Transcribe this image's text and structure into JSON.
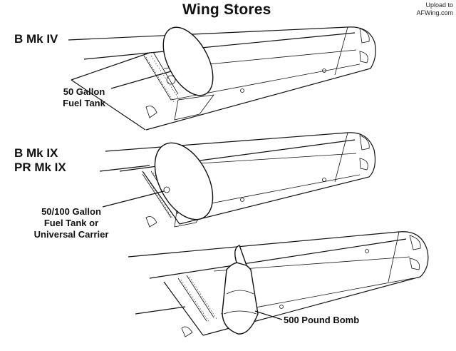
{
  "title": "Wing Stores",
  "watermark": {
    "line1": "Upload to",
    "line2": "AFWing.com"
  },
  "panels": [
    {
      "model_lines": [
        "B Mk IV"
      ],
      "store_lines": [
        "50 Gallon",
        "Fuel Tank"
      ]
    },
    {
      "model_lines": [
        "B Mk IX",
        "PR Mk IX"
      ],
      "store_lines": [
        "50/100 Gallon",
        "Fuel Tank or",
        "Universal Carrier"
      ]
    },
    {
      "model_lines": [],
      "store_lines": [
        "500 Pound Bomb"
      ]
    }
  ]
}
